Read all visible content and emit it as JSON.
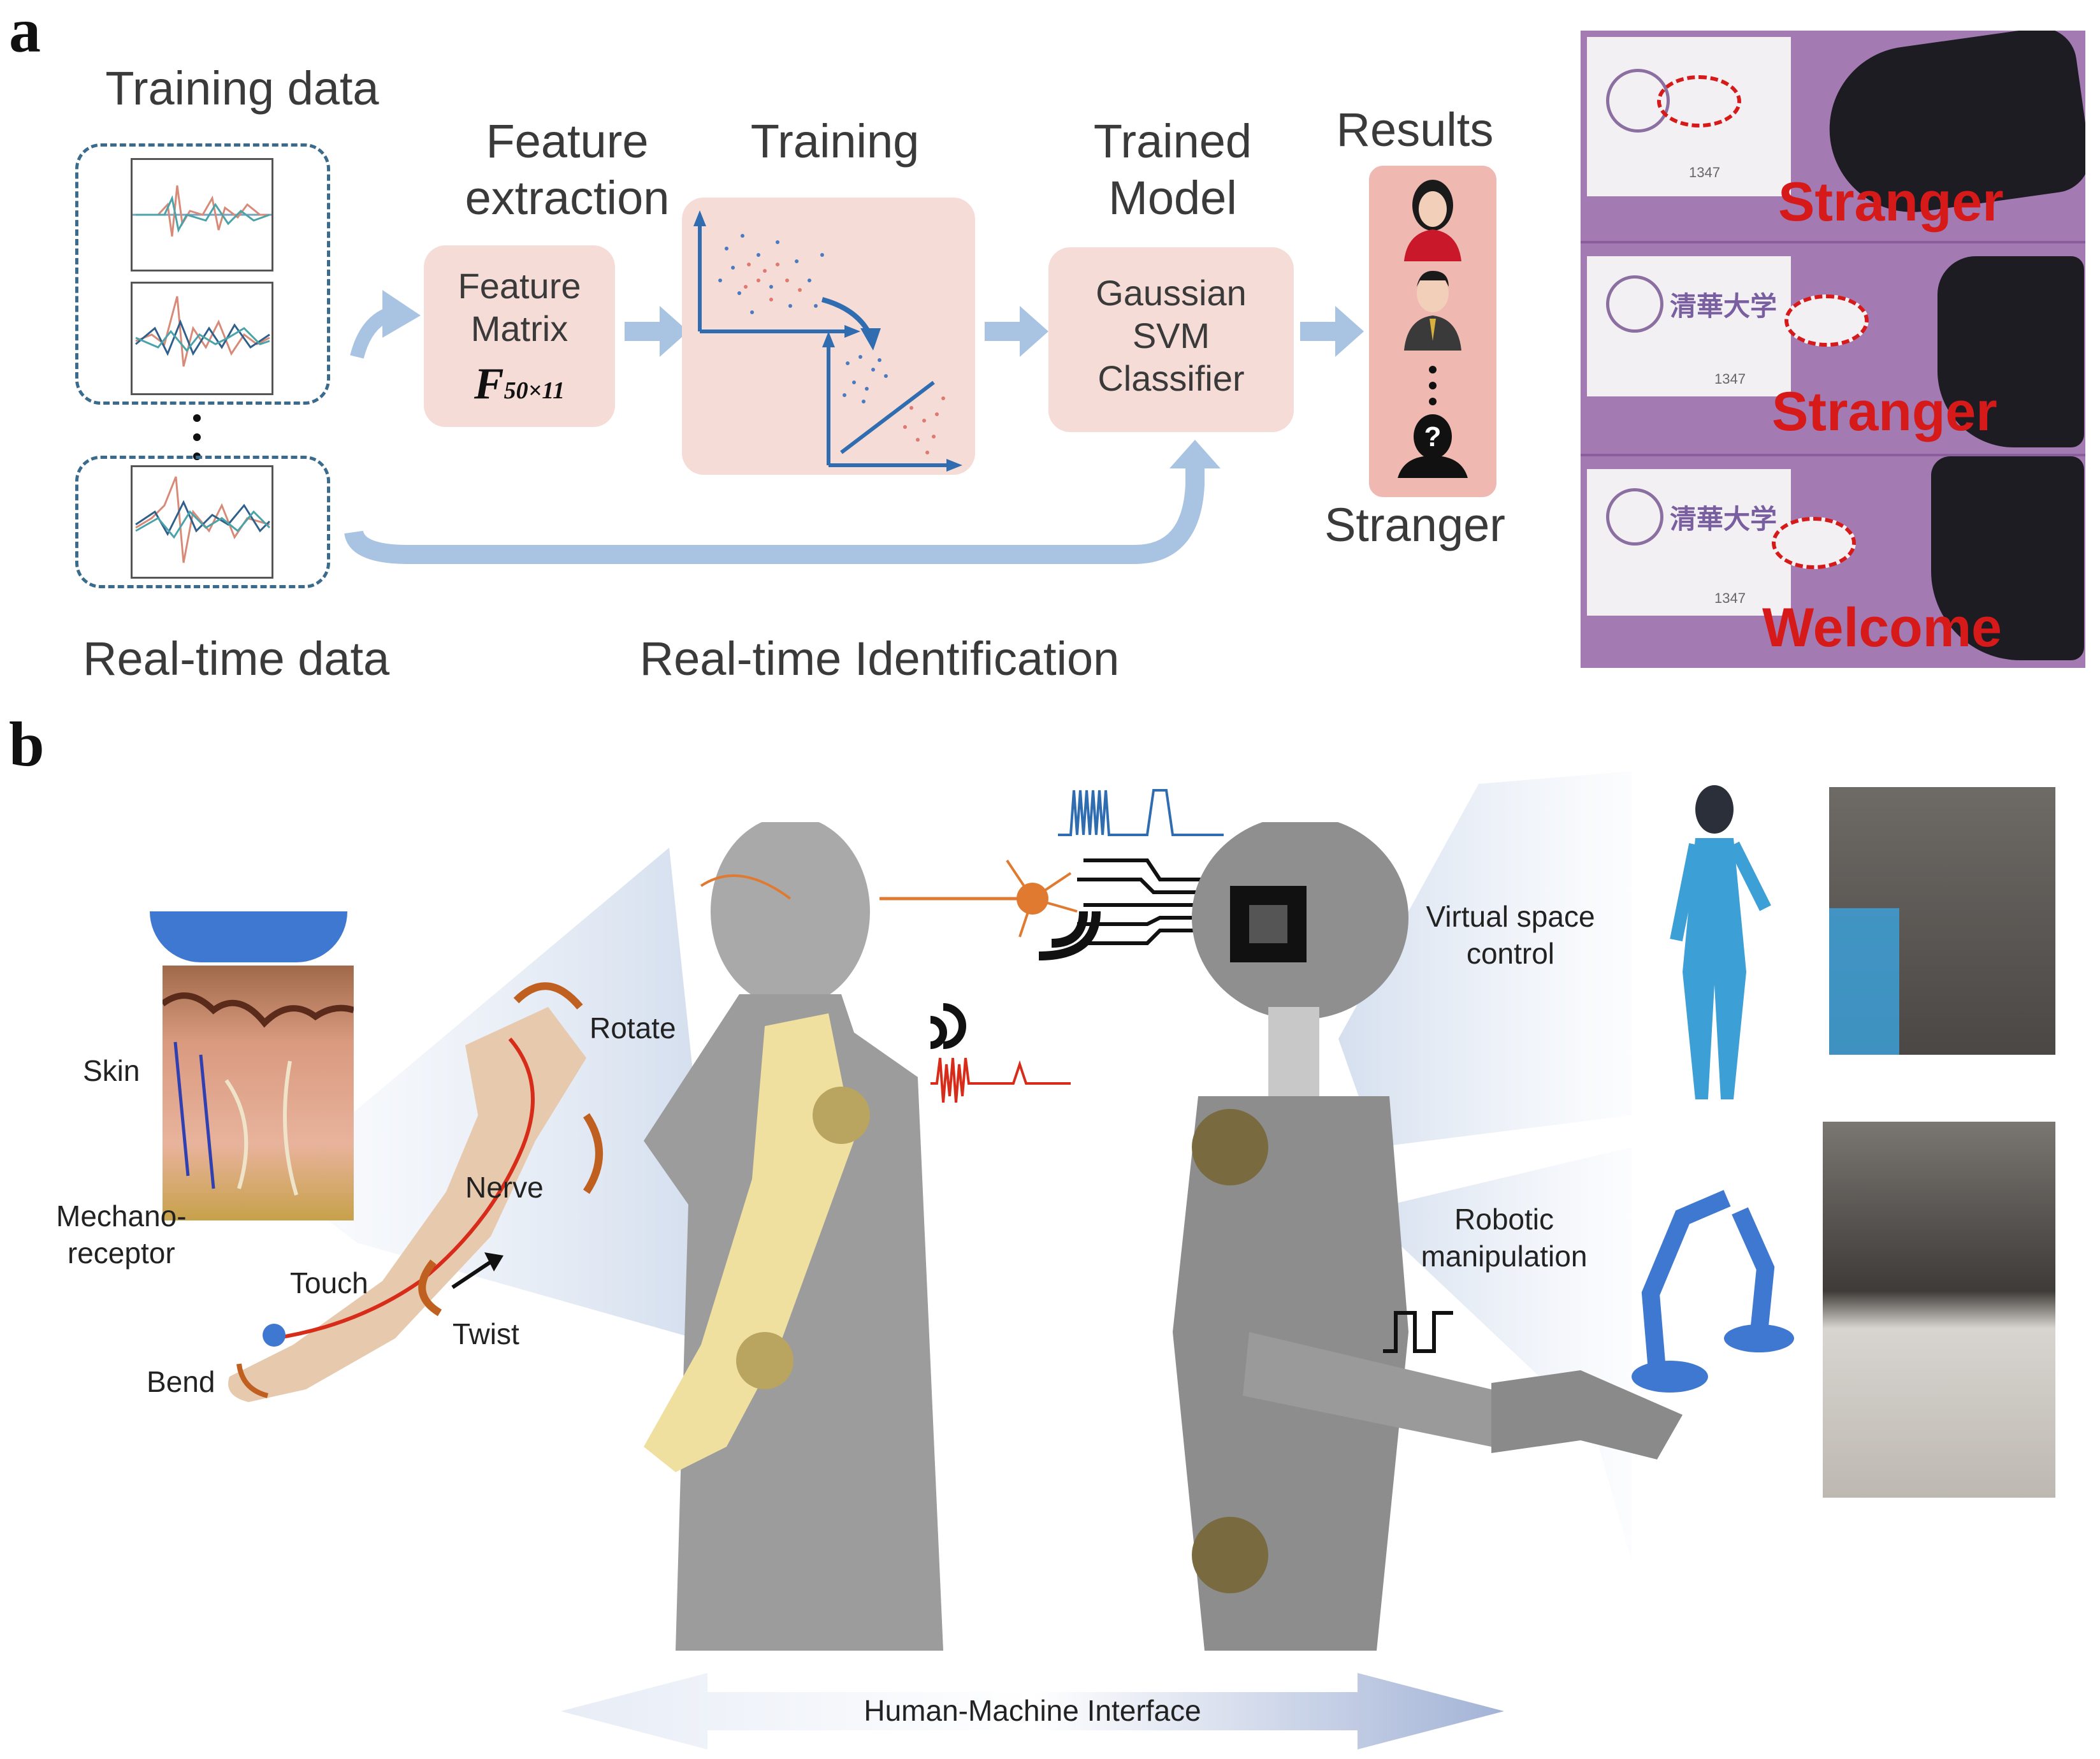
{
  "panel_a": {
    "letter": "a",
    "training_data": "Training data",
    "realtime_data": "Real-time data",
    "feature_extraction_line1": "Feature",
    "feature_extraction_line2": "extraction",
    "training": "Training",
    "trained_model_line1": "Trained",
    "trained_model_line2": "Model",
    "results": "Results",
    "stranger_label": "Stranger",
    "realtime_identification": "Real-time Identification",
    "feature_matrix_line1": "Feature",
    "feature_matrix_line2": "Matrix",
    "feature_matrix_symbol": "F",
    "feature_matrix_sub": "50×11",
    "classifier_line1": "Gaussian",
    "classifier_line2": "SVM",
    "classifier_line3": "Classifier",
    "photo_labels": [
      "Stranger",
      "Stranger",
      "Welcome"
    ],
    "photo_code": "1347"
  },
  "panel_b": {
    "letter": "b",
    "skin": "Skin",
    "mechanoreceptor_line1": "Mechano-",
    "mechanoreceptor_line2": "receptor",
    "rotate": "Rotate",
    "nerve": "Nerve",
    "touch": "Touch",
    "twist": "Twist",
    "bend": "Bend",
    "virtual_line1": "Virtual space",
    "virtual_line2": "control",
    "robotic_line1": "Robotic",
    "robotic_line2": "manipulation",
    "hmi": "Human-Machine Interface"
  },
  "colors": {
    "arrow_blue": "#a9c4e3",
    "box_pink": "#f6dcd6",
    "result_pink": "#efb9b1",
    "dash_blue": "#3b6b8c",
    "photo_purple": "#a47ab3",
    "highlight_red": "#d61a1a",
    "robot_arm_yellow": "#efe0a0"
  }
}
